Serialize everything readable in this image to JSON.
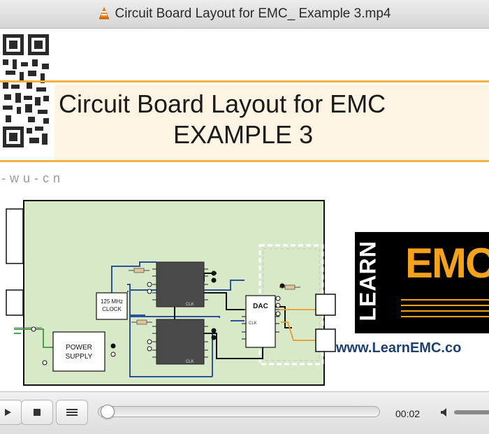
{
  "window": {
    "title": "Circuit Board Layout for EMC_ Example 3.mp4"
  },
  "slide": {
    "title_line1": "Circuit Board Layout for EMC",
    "title_line2": "EXAMPLE 3",
    "watermark": "-wu-cn",
    "website": "www.LearnEMC.co",
    "logo": {
      "learn": "LEARN",
      "emc": "EMC"
    }
  },
  "diagram": {
    "clock_line1": "125 MHz",
    "clock_line2": "CLOCK",
    "power_line1": "POWER",
    "power_line2": "SUPPLY",
    "dac": "DAC",
    "clk_chip1": "CLK",
    "clk_chip2": "CLK",
    "clk_dac": "CLK"
  },
  "controls": {
    "time": "00:02"
  },
  "colors": {
    "banner": "#f3b141",
    "board": "#d8e9c8",
    "trace_blue": "#2e4f9a",
    "logo_orange": "#f3a21a",
    "website": "#1e3f72"
  }
}
